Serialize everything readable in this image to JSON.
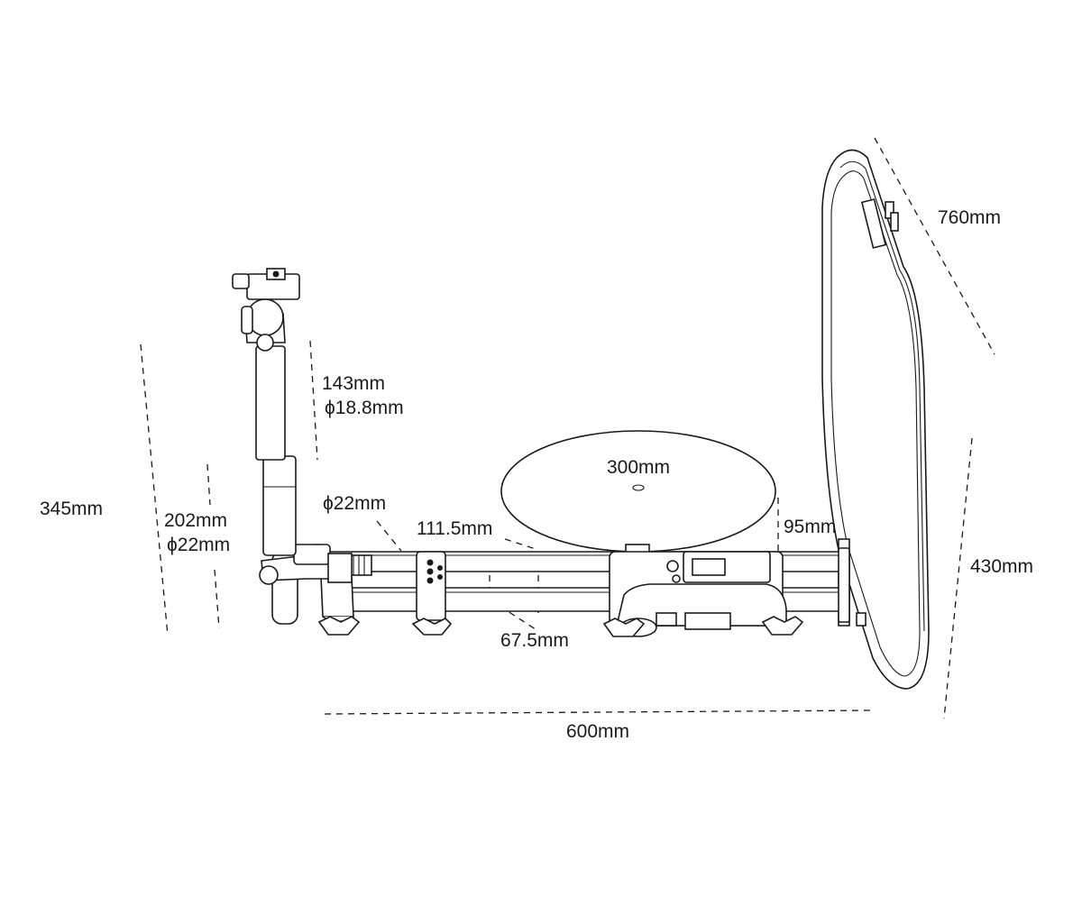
{
  "dimensions": {
    "reflector_diagonal": "760mm",
    "arm_upper_length": "143mm",
    "arm_upper_diameter": "ϕ18.8mm",
    "overall_height": "345mm",
    "arm_lower_length": "202mm",
    "arm_lower_diameter": "ϕ22mm",
    "rail_diameter": "ϕ22mm",
    "turntable_diameter": "300mm",
    "rail_offset": "111.5mm",
    "turntable_height": "95mm",
    "reflector_height": "430mm",
    "rail_spacing": "67.5mm",
    "overall_length": "600mm"
  },
  "colors": {
    "line": "#1a1a1a",
    "background": "#ffffff"
  },
  "icons": {
    "ballhead": "ball-head-mount-icon",
    "turntable": "turntable-icon",
    "reflector": "reflector-panel-icon"
  }
}
